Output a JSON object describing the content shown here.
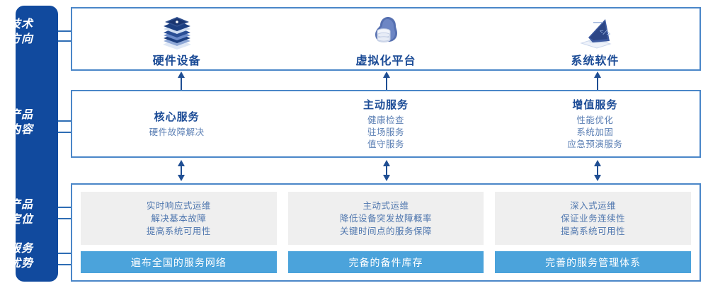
{
  "rail": {
    "labels": [
      {
        "name": "tech-direction",
        "line1": "技术",
        "line2": "方向"
      },
      {
        "name": "product-content",
        "line1": "产品",
        "line2": "内容"
      },
      {
        "name": "product-position",
        "line1": "产品",
        "line2": "定位"
      },
      {
        "name": "service-advantage",
        "line1": "服务",
        "line2": "优势"
      }
    ]
  },
  "tech": {
    "items": [
      {
        "icon": "server-stack-icon",
        "label": "硬件设备"
      },
      {
        "icon": "cloud-database-icon",
        "label": "虚拟化平台"
      },
      {
        "icon": "laptop-code-icon",
        "label": "系统软件"
      }
    ]
  },
  "content": {
    "columns": [
      {
        "title": "核心服务",
        "items": [
          "硬件故障解决"
        ]
      },
      {
        "title": "主动服务",
        "items": [
          "健康检查",
          "驻场服务",
          "值守服务"
        ]
      },
      {
        "title": "增值服务",
        "items": [
          "性能优化",
          "系统加固",
          "应急预演服务"
        ]
      }
    ]
  },
  "position": {
    "columns": [
      {
        "lines": [
          "实时响应式运维",
          "解决基本故障",
          "提高系统可用性"
        ],
        "bar": "遍布全国的服务网络"
      },
      {
        "lines": [
          "主动式运维",
          "降低设备突发故障概率",
          "关键时间点的服务保障"
        ],
        "bar": "完备的备件库存"
      },
      {
        "lines": [
          "深入式运维",
          "保证业务连续性",
          "提高系统可用性"
        ],
        "bar": "完善的服务管理体系"
      }
    ]
  },
  "colors": {
    "rail_blue": "#114A9E",
    "panel_border": "#4A86C8",
    "title_blue": "#1B4B96",
    "body_blue": "#5B7FB4",
    "bar_blue": "#4BA3DB",
    "grey_box": "#EFEFEF",
    "arrow_blue": "#1F4E93"
  }
}
